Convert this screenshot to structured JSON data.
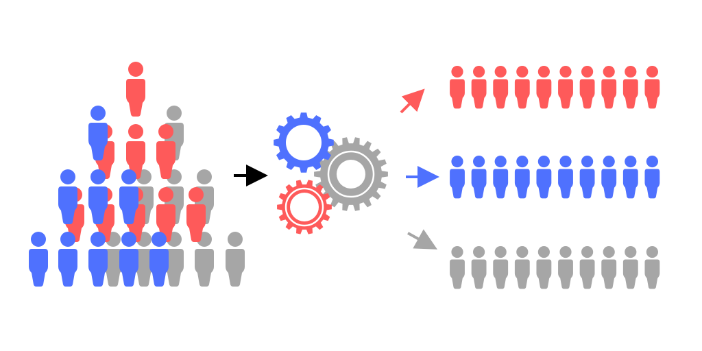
{
  "colors": {
    "red": "#fe5a5a",
    "blue": "#4f71fe",
    "gray": "#a6a6a6",
    "arrow": "#000000"
  },
  "crowd": {
    "gray_count": 9,
    "red_count": 9,
    "blue_count": 9
  },
  "outputs": [
    {
      "group": "red",
      "count": 10,
      "trend": "up"
    },
    {
      "group": "blue",
      "count": 10,
      "trend": "flat"
    },
    {
      "group": "gray",
      "count": 10,
      "trend": "down"
    }
  ],
  "gears": [
    {
      "color": "blue",
      "teeth": 12
    },
    {
      "color": "gray",
      "teeth": 18
    },
    {
      "color": "red",
      "teeth": 14
    }
  ]
}
